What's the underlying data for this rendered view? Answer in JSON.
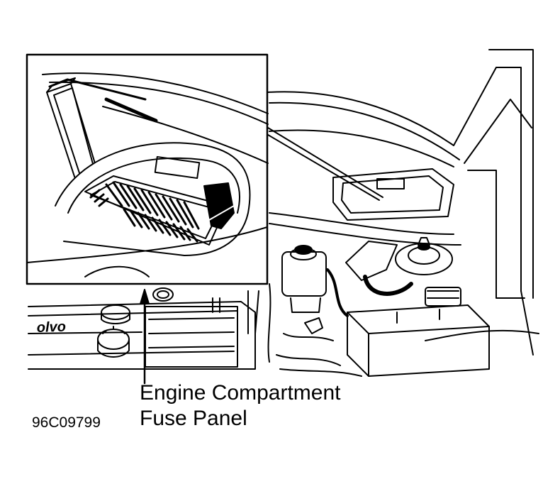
{
  "callout": {
    "line1": "Engine Compartment",
    "line2": "Fuse Panel"
  },
  "figure_id": "96C09799",
  "engine_cover_text": "olvo",
  "colors": {
    "ink": "#000000",
    "paper": "#ffffff"
  }
}
